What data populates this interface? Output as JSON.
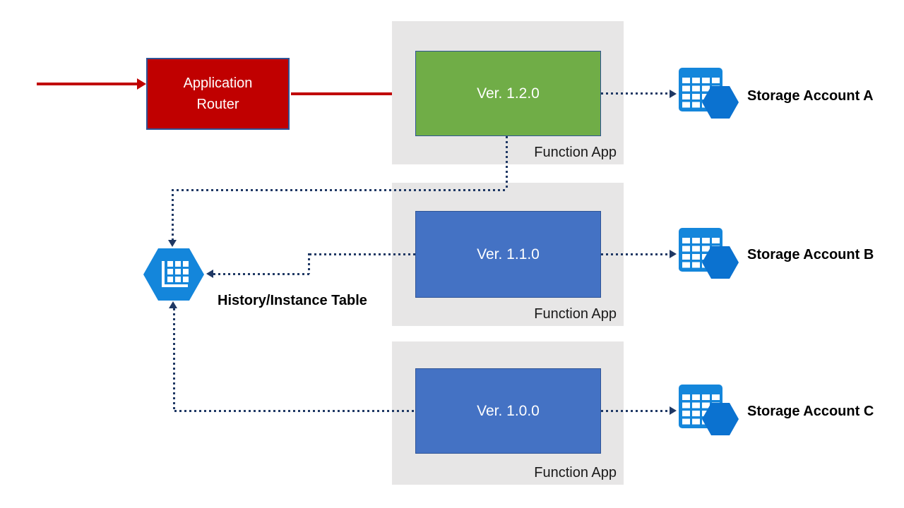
{
  "diagram": {
    "router": {
      "label": "Application Router"
    },
    "function_apps": [
      {
        "version": "Ver. 1.2.0",
        "container_label": "Function App",
        "box_color": "#70AD47"
      },
      {
        "version": "Ver. 1.1.0",
        "container_label": "Function App",
        "box_color": "#4472C4"
      },
      {
        "version": "Ver. 1.0.0",
        "container_label": "Function App",
        "box_color": "#4472C4"
      }
    ],
    "storage_accounts": [
      {
        "label": "Storage Account A",
        "icon": "table-storage-icon"
      },
      {
        "label": "Storage Account B",
        "icon": "table-storage-icon"
      },
      {
        "label": "Storage Account C",
        "icon": "table-storage-icon"
      }
    ],
    "history_table": {
      "label": "History/Instance Table",
      "icon": "history-table-hexagon-icon"
    },
    "colors": {
      "flow_arrow": "#C00000",
      "router_fill": "#C00000",
      "box_border": "#2F5496",
      "container_fill": "#E7E6E6",
      "connector": "#1F3864",
      "azure_icon": "#1486DB",
      "azure_icon_deep": "#0B72D0",
      "green_version": "#70AD47",
      "blue_version": "#4472C4"
    }
  }
}
